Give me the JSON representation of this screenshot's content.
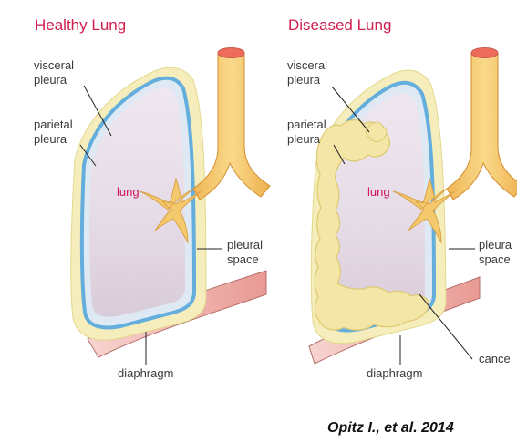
{
  "panels": {
    "healthy": {
      "title": "Healthy Lung",
      "labels": {
        "visceral_pleura": [
          "visceral",
          "pleura"
        ],
        "parietal_pleura": [
          "parietal",
          "pleura"
        ],
        "lung": "lung",
        "pleural_space": [
          "pleural",
          "space"
        ],
        "diaphragm": "diaphragm"
      }
    },
    "diseased": {
      "title": "Diseased Lung",
      "labels": {
        "visceral_pleura": [
          "visceral",
          "pleura"
        ],
        "parietal_pleura": [
          "parietal",
          "pleura"
        ],
        "lung": "lung",
        "pleural_space": [
          "pleura",
          "space"
        ],
        "cancer": "cance",
        "diaphragm": "diaphragm"
      }
    }
  },
  "citation": "Opitz I., et al. 2014",
  "colors": {
    "title": "#cf1f4f",
    "lung_label": "#d4145a",
    "lung_fill": "#e7dde8",
    "visceral_pleura": "#5aa9d6",
    "parietal_pleura": "#f4ebb7",
    "tumor": "#f3e6a7",
    "bronchi": "#f4c86c",
    "diaphragm": "#f2b7b2"
  }
}
